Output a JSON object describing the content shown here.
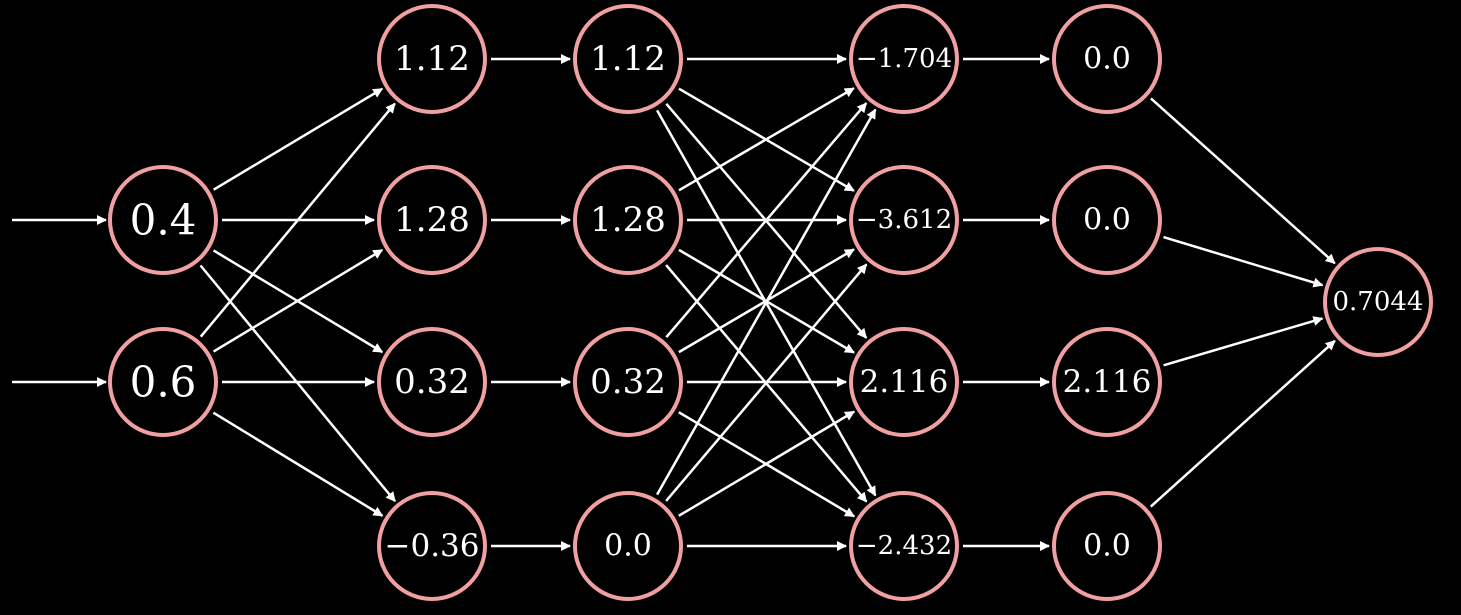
{
  "diagram": {
    "type": "feedforward-network",
    "colors": {
      "background": "#000000",
      "node_stroke": "#f0a0a0",
      "node_fill": "#000000",
      "edge": "#ffffff",
      "text": "#ffffff"
    },
    "layers": [
      {
        "name": "input",
        "values": [
          "0.4",
          "0.6"
        ]
      },
      {
        "name": "hidden-1-linear",
        "values": [
          "1.12",
          "1.28",
          "0.32",
          "−0.36"
        ]
      },
      {
        "name": "hidden-1-activation",
        "values": [
          "1.12",
          "1.28",
          "0.32",
          "0.0"
        ]
      },
      {
        "name": "hidden-2-linear",
        "values": [
          "−1.704",
          "−3.612",
          "2.116",
          "−2.432"
        ]
      },
      {
        "name": "hidden-2-activation",
        "values": [
          "0.0",
          "0.0",
          "2.116",
          "0.0"
        ]
      },
      {
        "name": "output",
        "values": [
          "0.7044"
        ]
      }
    ],
    "connections": [
      {
        "from": 0,
        "to": 1,
        "pattern": "full"
      },
      {
        "from": 1,
        "to": 2,
        "pattern": "one-to-one"
      },
      {
        "from": 2,
        "to": 3,
        "pattern": "full"
      },
      {
        "from": 3,
        "to": 4,
        "pattern": "one-to-one"
      },
      {
        "from": 4,
        "to": 5,
        "pattern": "full"
      }
    ],
    "input_arrows": true
  }
}
